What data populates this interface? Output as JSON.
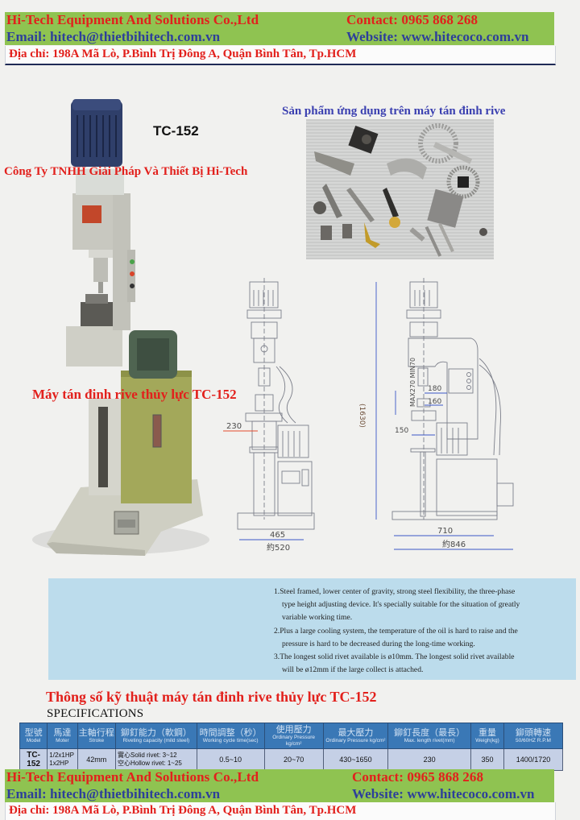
{
  "header": {
    "company": "Hi-Tech Equipment And Solutions Co.,Ltd",
    "contact": "Contact: 0965 868 268",
    "email": "Email: hitech@thietbihitech.com.vn",
    "website": "Website: www.hitecoco.com.vn",
    "address": "Địa chỉ: 198A Mã Lò, P.Bình Trị Đông A, Quận Bình Tân, Tp.HCM"
  },
  "product": {
    "model": "TC-152",
    "company_vn": "Công Ty TNHH Giải Pháp Và Thiết Bị Hi-Tech",
    "machine_caption": "Máy tán đinh rive thủy lực TC-152",
    "applications_caption": "Sản phẩm ứng dụng trên máy tán đinh rive"
  },
  "drawing": {
    "front": {
      "width_inner": "465",
      "width_outer": "約520",
      "dim_230": "230"
    },
    "side": {
      "height": "(1630)",
      "max_min": "MAX270 MIN70",
      "dim_180": "180",
      "dim_160": "160",
      "dim_150": "150",
      "width_inner": "710",
      "width_outer": "約846"
    }
  },
  "features": [
    "1.Steel framed, lower center of gravity, strong steel flexibility, the three-phase type height adjusting device. It's specially suitable for the situation of greatly variable working time.",
    "2.Plus a large cooling system, the temperature of the oil is hard to raise and the pressure is hard to be decreased during the long-time working.",
    "3.The longest solid rivet available is ø10mm. The longest solid rivet available will be ø12mm if the large collect is attached."
  ],
  "specs": {
    "title_vn": "Thông số kỹ thuật máy tán đinh rive thủy lực TC-152",
    "title_en": "SPECIFICATIONS",
    "columns": [
      {
        "zh": "型號",
        "en": "Model"
      },
      {
        "zh": "馬達",
        "en": "Moter"
      },
      {
        "zh": "主軸行程",
        "en": "Stroke"
      },
      {
        "zh": "鉚釘能力（軟鋼）",
        "en": "Riveting capacity (mild steel)"
      },
      {
        "zh": "時間調整（秒）",
        "en": "Working cycle time(sec)"
      },
      {
        "zh": "使用壓力",
        "en": "Ordinary Pressure kg/cm²"
      },
      {
        "zh": "最大壓力",
        "en": "Ordinary Pressure kg/cm²"
      },
      {
        "zh": "鉚釘長度（最長）",
        "en": "Max. length rivet(mm)"
      },
      {
        "zh": "重量",
        "en": "Weigh(kg)"
      },
      {
        "zh": "鉚頭轉速",
        "en": "50/60HZ R.P.M"
      }
    ],
    "row": {
      "model": "TC-152",
      "motor_1": "1/2x1HP",
      "motor_2": "1x2HP",
      "stroke": "42mm",
      "capacity_1": "實心Solid rivet: 3~12",
      "capacity_2": "空心Hollow rivet: 1~25",
      "cycle": "0.5~10",
      "pressure": "20~70",
      "max_pressure": "430~1650",
      "max_length": "230",
      "weight": "350",
      "rpm": "1400/1720"
    }
  },
  "footer": {
    "company": "Hi-Tech Equipment And Solutions Co.,Ltd",
    "contact": "Contact: 0965 868 268",
    "email": "Email: hitech@thietbihitech.com.vn",
    "website": "Website: www.hitecoco.com.vn",
    "address": "Địa chỉ: 198A Mã Lò, P.Bình Trị Đông A, Quận Bình Tân, Tp.HCM"
  }
}
